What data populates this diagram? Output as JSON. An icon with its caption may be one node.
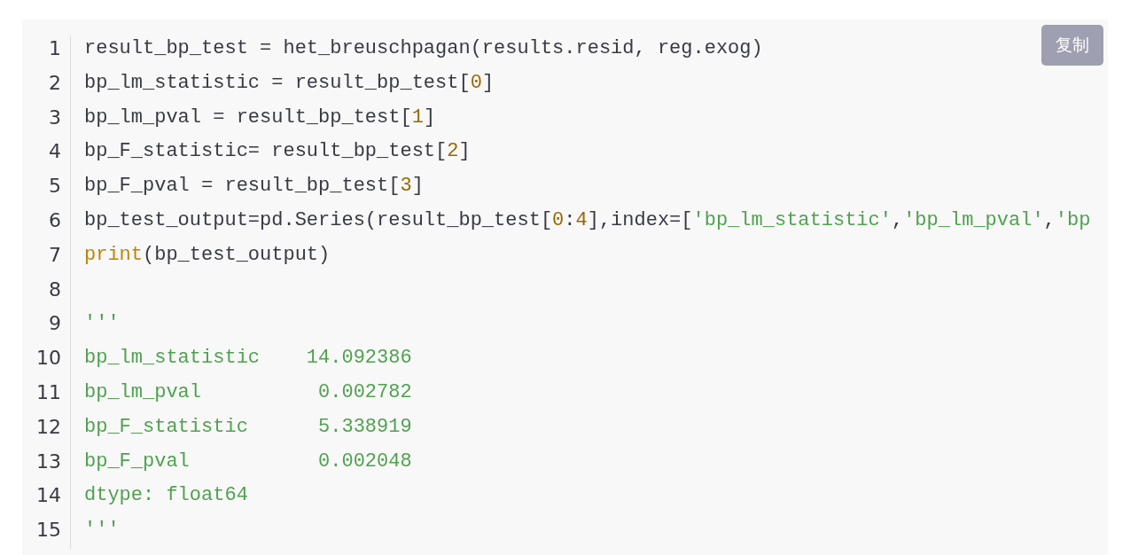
{
  "diagram": {
    "labels": [
      "1",
      "result_bp_test = het_breuschpagan(results.resid, reg.exog)",
      "复制",
      "2",
      "bp_lm_statistic = result_bp_test[0]",
      "3",
      "bp_lm_pval = result_bp_test[1]",
      "4",
      "bp_F_statistic= result_bp_test[2]",
      "5",
      "bp_F_pval = result_bp_test[3]",
      "6",
      "bp_test_output=pd.Series(result_bp_test[0:4],index=['bp_lm_statistic','bp_lm_pval','bp",
      "7",
      "print(bp_test_output)",
      "8",
      "9",
      "'''",
      "10",
      "bp_lm_statistic    14.092386",
      "11",
      "bp_lm_pval          0.002782",
      "12",
      "bp_F_statistic      5.338919",
      "13",
      "bp_F_pval           0.002048",
      "14",
      "dtype: float64",
      "15",
      "'''"
    ]
  }
}
